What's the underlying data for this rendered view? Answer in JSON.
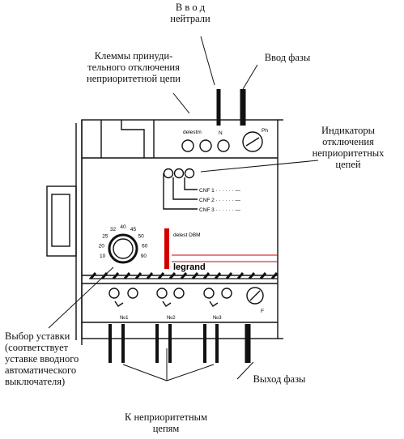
{
  "labels": {
    "neutral_input": "В в о д\nнейтрали",
    "phase_input": "Ввод фазы",
    "forced_off_terminals": "Клеммы принуди-\nтельного отключения\nнеприоритетной цепи",
    "indicators": "Индикаторы\nотключения\nнеприоритетных\nцепей",
    "setpoint_select": "Выбор уставки\n(соответствует\nуставке вводного\nавтоматического\nвыключателя)",
    "phase_output": "Выход фазы",
    "non_priority_circuits": "К неприоритетным\nцепям"
  },
  "device": {
    "brand": "legrand",
    "top_terminal_text": "delestm",
    "top_terminal_ph": "Ph",
    "top_terminal_n": "N",
    "indicator_lines": [
      "CNF 1 · · · · · · —",
      "CNF 2 · · · · · · —",
      "CNF 3 · · · · · · —"
    ],
    "dial_scale": [
      "10",
      "20",
      "25",
      "32",
      "40",
      "45",
      "50",
      "60",
      "90"
    ],
    "bottom_terminals": [
      "№1",
      "№2",
      "№3"
    ],
    "bottom_phase": "F",
    "side_text": "delest\nDBM"
  },
  "colors": {
    "line": "#111111",
    "accent_red": "#d40000"
  }
}
